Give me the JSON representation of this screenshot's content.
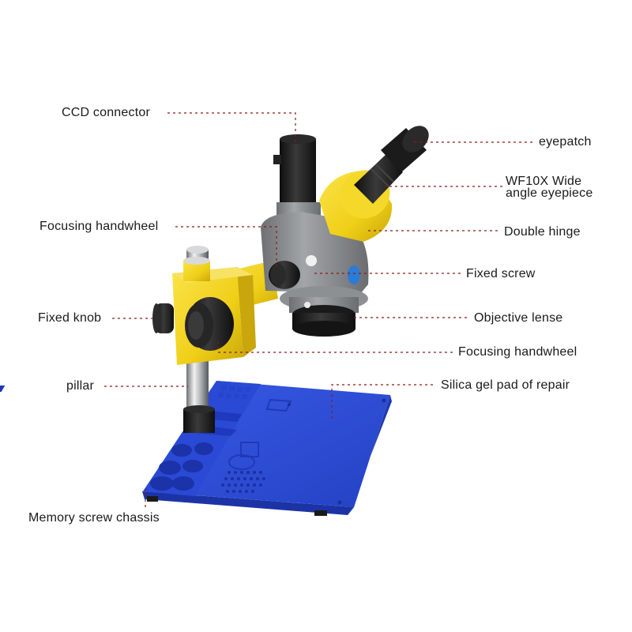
{
  "labels": {
    "ccd_connector": "CCD connector",
    "eyepatch": "eyepatch",
    "wf10x_line1": "WF10X Wide",
    "wf10x_line2": "angle eyepiece",
    "focusing_handwheel_top": "Focusing handwheel",
    "double_hinge": "Double hinge",
    "fixed_screw": "Fixed screw",
    "fixed_knob": "Fixed knob",
    "objective_lense": "Objective lense",
    "focusing_handwheel_bottom": "Focusing handwheel",
    "pillar": "pillar",
    "silica_gel_pad": "Silica gel pad of repair",
    "memory_screw_chassis": "Memory screw chassis"
  },
  "colors": {
    "microscope_yellow": "#f2d21c",
    "body_gray": "#8c8f92",
    "pad_blue": "#2f4fd8",
    "knob_black": "#1c1c1c",
    "leader_line": "#8a1a1a"
  }
}
